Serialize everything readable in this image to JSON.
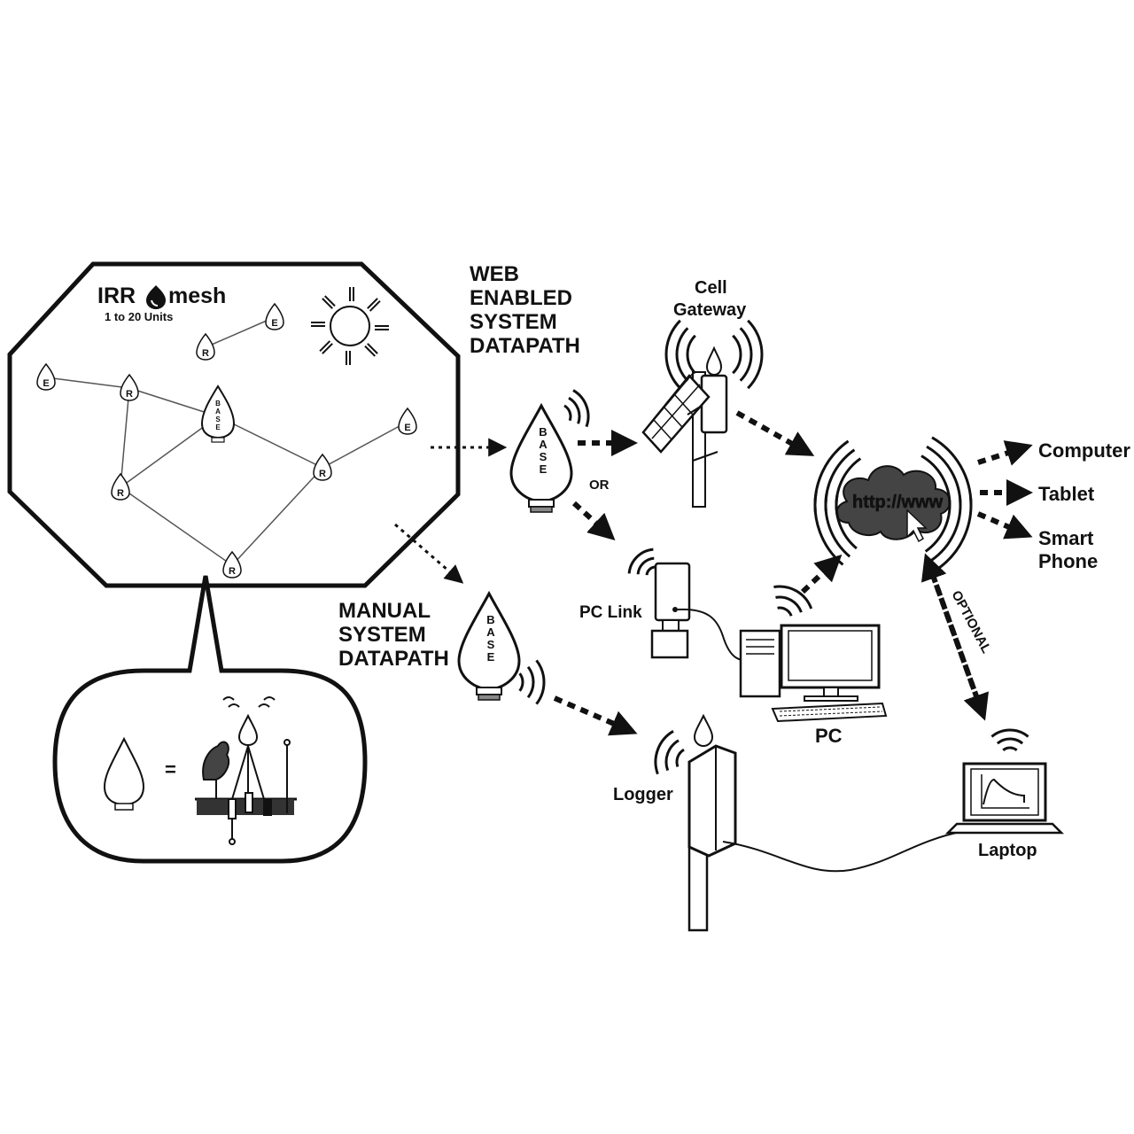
{
  "brand": {
    "name_left": "IRR",
    "name_right": "mesh",
    "subtitle": "1 to 20 Units"
  },
  "mesh_nodes": {
    "base": "BASE",
    "router": "R",
    "end": "E"
  },
  "legend": {
    "equals": "="
  },
  "paths": {
    "web": [
      "WEB",
      "ENABLED",
      "SYSTEM",
      "DATAPATH"
    ],
    "manual": [
      "MANUAL",
      "SYSTEM",
      "DATAPATH"
    ]
  },
  "base_label": "BASE",
  "or_label": "OR",
  "devices": {
    "cell_gateway": [
      "Cell",
      "Gateway"
    ],
    "pc_link": "PC Link",
    "pc": "PC",
    "logger": "Logger",
    "laptop": "Laptop"
  },
  "internet": {
    "label": "http://www"
  },
  "optional_label": "OPTIONAL",
  "endpoints": [
    "Computer",
    "Tablet",
    "Smart",
    "Phone"
  ]
}
